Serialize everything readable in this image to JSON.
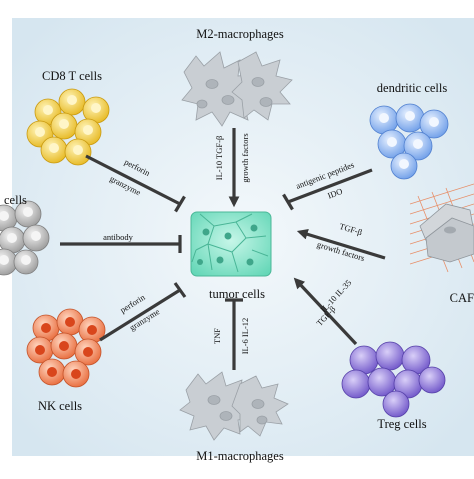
{
  "colors": {
    "background_center": "#f3f8fb",
    "background_edge": "#d6e6f0",
    "arrow": "#3a3a3a",
    "tumor": "#7fe3c8",
    "cd8": "#f0cf3a",
    "dendritic": "#8fb8f0",
    "b_cells": "#b9b9b9",
    "nk": "#f07a4a",
    "treg": "#8a72d8",
    "macrophage": "#c9ced3",
    "caf": "#e8855a"
  },
  "labels": {
    "tumor": "tumor cells",
    "m2": "M2-macrophages",
    "m1": "M1-macrophages",
    "cd8": "CD8 T cells",
    "dendritic": "dendritic cells",
    "b_cells": "cells",
    "nk": "NK cells",
    "treg": "Treg cells",
    "caf": "CAF"
  },
  "interactions": {
    "m2_a": "IL-10  TGF-β",
    "m2_b": "growth factors",
    "dendritic_a": "antigenic peptides",
    "dendritic_b": "IDO",
    "caf_a": "TGF-β",
    "caf_b": "growth factors",
    "treg_a": "IL-10  IL-35",
    "treg_b": "TGF-β",
    "m1_a": "TNF",
    "m1_b": "IL-6  IL-12",
    "cd8_a": "perforin",
    "cd8_b": "granzyme",
    "nk_a": "perforin",
    "nk_b": "granzyme",
    "b_cells_a": "antibody"
  }
}
